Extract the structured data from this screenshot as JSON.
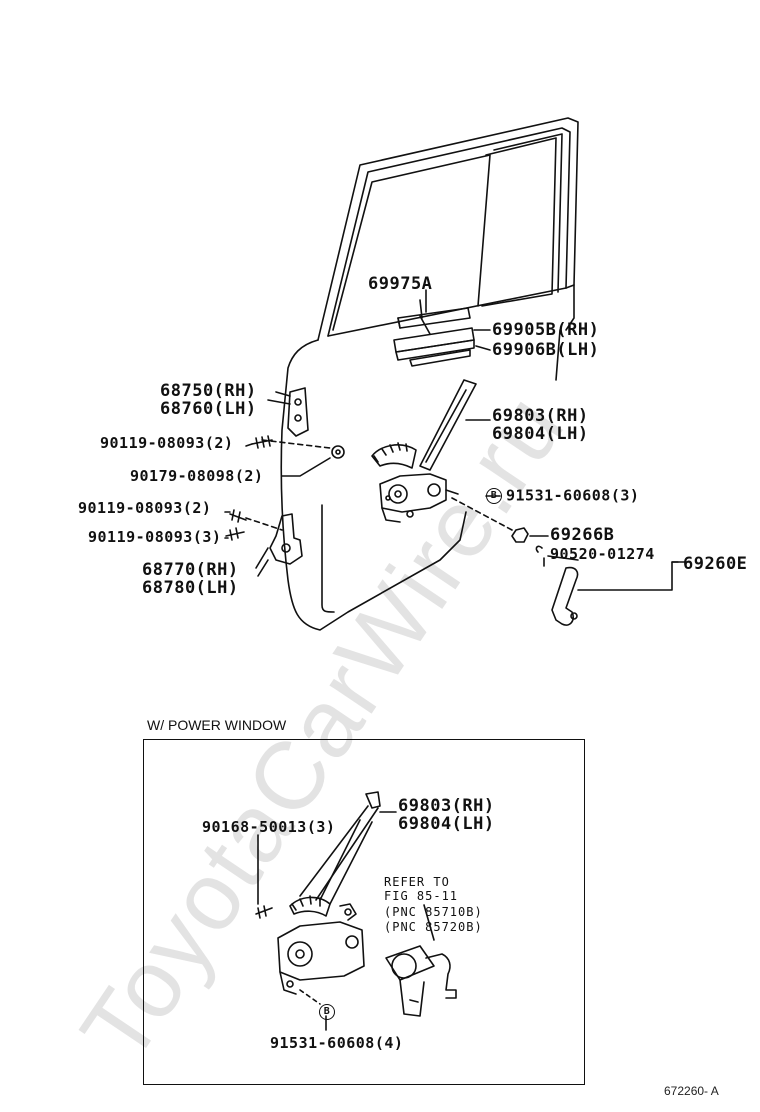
{
  "watermark": "ToyotaCarWire.ru",
  "figure_id": "672260- A",
  "power_window_caption": "W/ POWER WINDOW",
  "callouts": {
    "c_69975a": "69975A",
    "c_69905b": "69905B(RH)",
    "c_69906b": "69906B(LH)",
    "c_68750": "68750(RH)",
    "c_68760": "68760(LH)",
    "c_69803_top": "69803(RH)",
    "c_69804_top": "69804(LH)",
    "c_90119_a": "90119-08093(2)",
    "c_90179": "90179-08098(2)",
    "c_91531_top": "91531-60608(3)",
    "c_90119_b": "90119-08093(2)",
    "c_90119_c": "90119-08093(3)",
    "c_69266b": "69266B",
    "c_90520": "90520-01274",
    "c_69260e": "69260E",
    "c_68770": "68770(RH)",
    "c_68780": "68780(LH)",
    "c_69803_pw": "69803(RH)",
    "c_69804_pw": "69804(LH)",
    "c_90168": "90168-50013(3)",
    "c_91531_pw": "91531-60608(4)",
    "b_mark": "B"
  },
  "refer": {
    "line1": "REFER TO",
    "line2": "FIG 85-11",
    "line3": "(PNC 85710B)",
    "line4": "(PNC 85720B)"
  }
}
